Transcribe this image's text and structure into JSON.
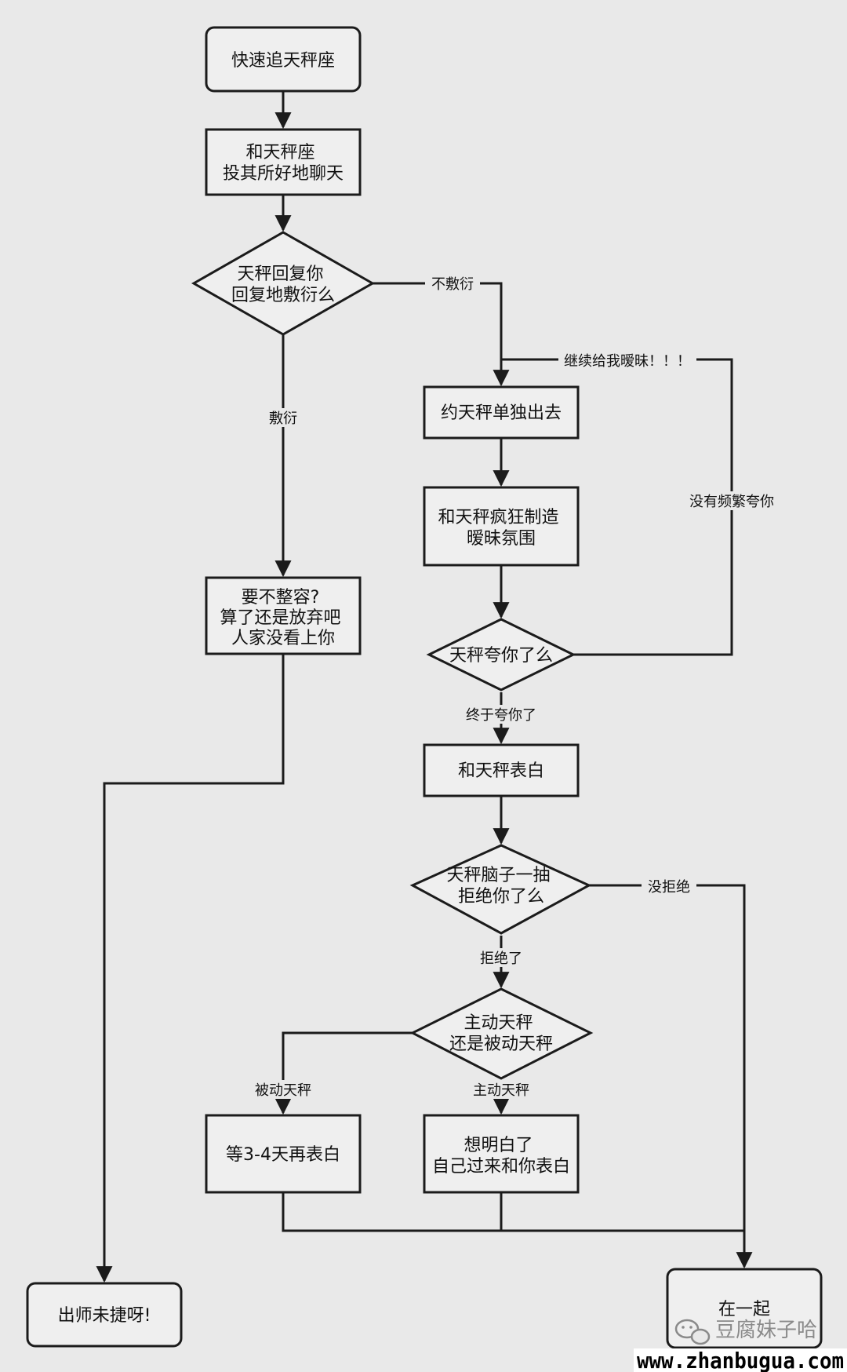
{
  "nodes": {
    "start": {
      "lines": [
        "快速追天秤座"
      ]
    },
    "chat": {
      "lines": [
        "和天秤座",
        "投其所好地聊天"
      ]
    },
    "reply": {
      "lines": [
        "天秤回复你",
        "回复地敷衍么"
      ]
    },
    "giveup": {
      "lines": [
        "要不整容?",
        "算了还是放弃吧",
        "人家没看上你"
      ]
    },
    "date": {
      "lines": [
        "约天秤单独出去"
      ]
    },
    "ambiguous": {
      "lines": [
        "和天秤疯狂制造",
        "暧昧氛围"
      ]
    },
    "praise": {
      "lines": [
        "天秤夸你了么"
      ]
    },
    "confess": {
      "lines": [
        "和天秤表白"
      ]
    },
    "reject": {
      "lines": [
        "天秤脑子一抽",
        "拒绝你了么"
      ]
    },
    "type": {
      "lines": [
        "主动天秤",
        "还是被动天秤"
      ]
    },
    "wait": {
      "lines": [
        "等3-4天再表白"
      ]
    },
    "think": {
      "lines": [
        "想明白了",
        "自己过来和你表白"
      ]
    },
    "fail": {
      "lines": [
        "出师未捷呀!"
      ]
    },
    "together": {
      "lines": [
        "在一起"
      ]
    }
  },
  "edges": {
    "not_perfunctory": "不敷衍",
    "perfunctory": "敷衍",
    "keep_flirting": "继续给我暧昧！！！",
    "no_praise": "没有频繁夸你",
    "praised": "终于夸你了",
    "not_rejected": "没拒绝",
    "rejected": "拒绝了",
    "passive": "被动天秤",
    "active": "主动天秤"
  },
  "watermark": {
    "icon": "wechat-icon",
    "text": "豆腐妹子哈"
  },
  "footer_url": "www.zhanbugua.com"
}
